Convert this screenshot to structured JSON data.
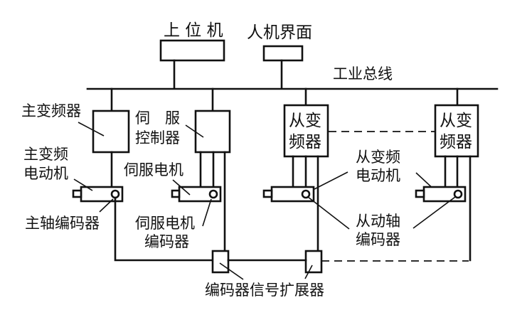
{
  "diagram": {
    "type": "system-architecture",
    "labels": {
      "host_computer": "上 位 机",
      "hmi": "人机界面",
      "fieldbus": "工业总线",
      "master_inverter": "主变频器",
      "servo_controller_line1": "伺　服",
      "servo_controller_line2": "控制器",
      "slave_inverter_1_line1": "从变",
      "slave_inverter_1_line2": "频器",
      "slave_inverter_2_line1": "从变",
      "slave_inverter_2_line2": "频器",
      "master_motor_line1": "主变频",
      "master_motor_line2": "电动机",
      "servo_motor": "伺服电机",
      "slave_motor_line1": "从变频",
      "slave_motor_line2": "电动机",
      "spindle_encoder": "主轴编码器",
      "servo_encoder_line1": "伺服电机",
      "servo_encoder_line2": "编码器",
      "slave_encoder_line1": "从动轴",
      "slave_encoder_line2": "编码器",
      "encoder_expander": "编码器信号扩展器"
    },
    "nodes": [
      {
        "id": "host-computer",
        "label_key": "host_computer"
      },
      {
        "id": "hmi",
        "label_key": "hmi"
      },
      {
        "id": "master-inverter",
        "label_key": "master_inverter"
      },
      {
        "id": "servo-controller",
        "label_key": "servo_controller_line2"
      },
      {
        "id": "slave-inverter-1",
        "label_key": "slave_inverter_1_line1"
      },
      {
        "id": "slave-inverter-2",
        "label_key": "slave_inverter_2_line1"
      },
      {
        "id": "master-motor",
        "label_key": "master_motor_line1"
      },
      {
        "id": "servo-motor",
        "label_key": "servo_motor"
      },
      {
        "id": "slave-motor-1",
        "label_key": "slave_motor_line1"
      },
      {
        "id": "slave-motor-2",
        "label_key": "slave_motor_line1"
      },
      {
        "id": "encoder-expander-1",
        "label_key": "encoder_expander"
      },
      {
        "id": "encoder-expander-2",
        "label_key": "encoder_expander"
      }
    ],
    "edges": [
      {
        "from": "host-computer",
        "to": "fieldbus",
        "style": "solid"
      },
      {
        "from": "hmi",
        "to": "fieldbus",
        "style": "solid"
      },
      {
        "from": "fieldbus",
        "to": "master-inverter",
        "style": "solid"
      },
      {
        "from": "fieldbus",
        "to": "servo-controller",
        "style": "solid"
      },
      {
        "from": "fieldbus",
        "to": "slave-inverter-1",
        "style": "solid"
      },
      {
        "from": "fieldbus",
        "to": "slave-inverter-2",
        "style": "solid"
      },
      {
        "from": "slave-inverter-1",
        "to": "slave-inverter-2",
        "style": "dashed"
      },
      {
        "from": "master-inverter",
        "to": "master-motor",
        "style": "solid"
      },
      {
        "from": "servo-controller",
        "to": "servo-motor",
        "style": "solid"
      },
      {
        "from": "slave-inverter-1",
        "to": "slave-motor-1",
        "style": "solid"
      },
      {
        "from": "slave-inverter-2",
        "to": "slave-motor-2",
        "style": "solid"
      },
      {
        "from": "master-motor",
        "to": "encoder-expander-1",
        "style": "solid"
      },
      {
        "from": "servo-controller",
        "to": "encoder-expander-1",
        "style": "solid"
      },
      {
        "from": "encoder-expander-1",
        "to": "encoder-expander-2",
        "style": "solid"
      },
      {
        "from": "slave-inverter-1",
        "to": "encoder-expander-2",
        "style": "solid"
      },
      {
        "from": "encoder-expander-2",
        "to": "slave-inverter-2",
        "style": "dashed"
      }
    ]
  }
}
